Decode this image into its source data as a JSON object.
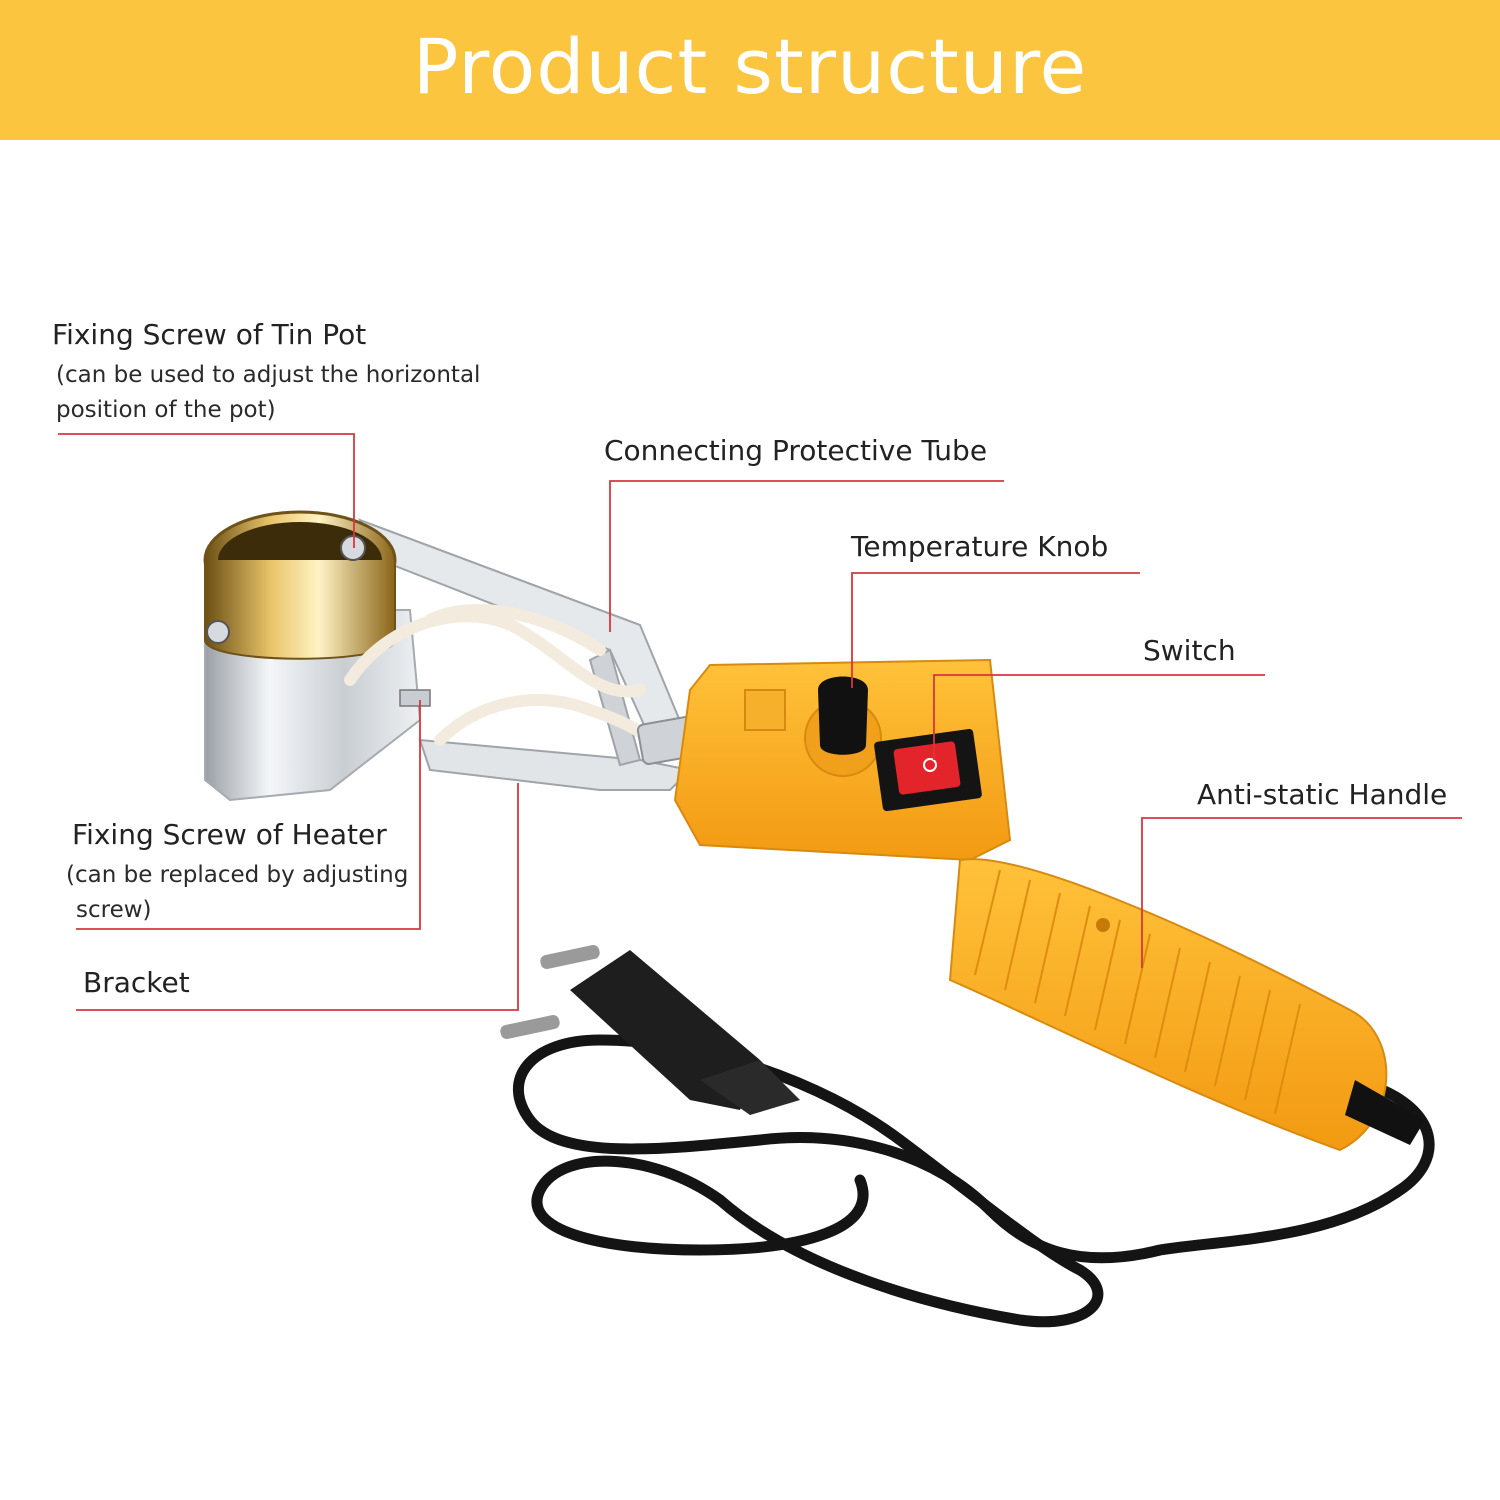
{
  "header": {
    "title": "Product structure"
  },
  "colors": {
    "banner": "#fcc53f",
    "leader_line": "#d9363e",
    "handle": "#f8a51c"
  },
  "labels": {
    "tin_pot_screw": {
      "title": "Fixing Screw of Tin Pot",
      "note_line1": "(can be used to adjust the horizontal",
      "note_line2": "position of the pot)"
    },
    "protective_tube": {
      "title": "Connecting Protective Tube"
    },
    "temperature_knob": {
      "title": "Temperature Knob"
    },
    "switch": {
      "title": "Switch"
    },
    "handle": {
      "title": "Anti-static Handle"
    },
    "heater_screw": {
      "title": "Fixing Screw of Heater",
      "note_line1": "(can be replaced by adjusting",
      "note_line2": "screw)"
    },
    "bracket": {
      "title": "Bracket"
    }
  }
}
